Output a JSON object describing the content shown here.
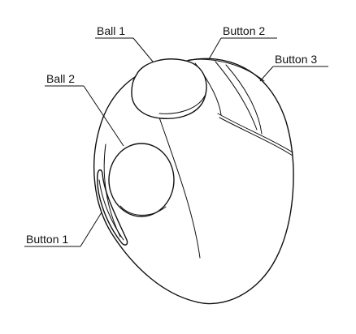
{
  "labels": {
    "ball1": "Ball 1",
    "button2": "Button 2",
    "button3": "Button 3",
    "ball2": "Ball 2",
    "button1": "Button 1"
  }
}
